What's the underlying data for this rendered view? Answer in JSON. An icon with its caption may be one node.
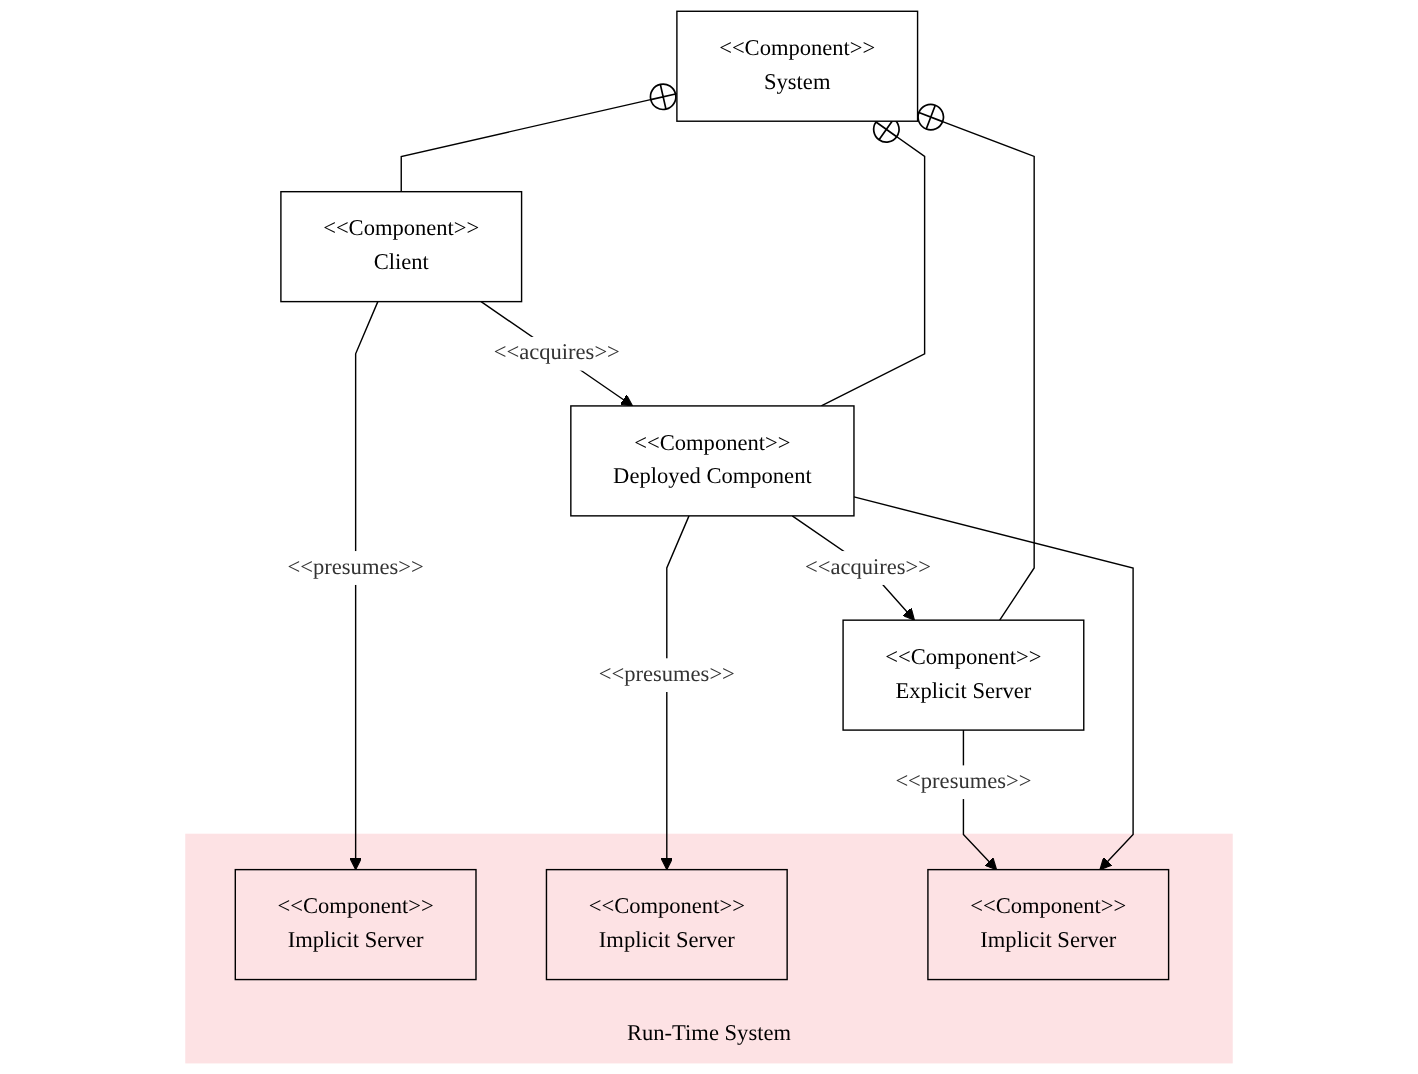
{
  "diagram": {
    "nodes": [
      {
        "text": [
          "<<Component>>",
          "System"
        ]
      },
      {
        "text": [
          "<<Component>>",
          "Client"
        ]
      },
      {
        "text": [
          "<<Component>>",
          "Deployed Component"
        ]
      },
      {
        "text": [
          "<<Component>>",
          "Explicit Server"
        ]
      },
      {
        "text": [
          "Run-Time System"
        ]
      },
      {
        "text": [
          "<<Component>>",
          "Implicit Server"
        ],
        "in": 4
      },
      {
        "text": [
          "<<Component>>",
          "Implicit Server"
        ],
        "in": 4
      },
      {
        "text": [
          "<<Component>>",
          "Implicit Server"
        ],
        "in": 4
      }
    ],
    "edges": [
      {
        "from": 0,
        "to": 1,
        "arrow": "other"
      },
      {
        "from": 0,
        "to": 2,
        "arrow": "other"
      },
      {
        "from": 0,
        "to": 3,
        "arrow": "other"
      },
      {
        "from": 1,
        "to": 2,
        "arrow": "to",
        "label": "<<acquires>>"
      },
      {
        "from": 2,
        "to": 3,
        "arrow": "to",
        "label": "<<acquires>>"
      },
      {
        "from": 1,
        "to": 5,
        "arrow": "to",
        "label": "<<presumes>>"
      },
      {
        "from": 2,
        "to": 6,
        "arrow": "to",
        "label": "<<presumes>>"
      },
      {
        "from": 2,
        "to": 7,
        "arrow": "to"
      },
      {
        "from": 3,
        "to": 7,
        "arrow": "to",
        "label": "<<presumes>>"
      }
    ]
  }
}
